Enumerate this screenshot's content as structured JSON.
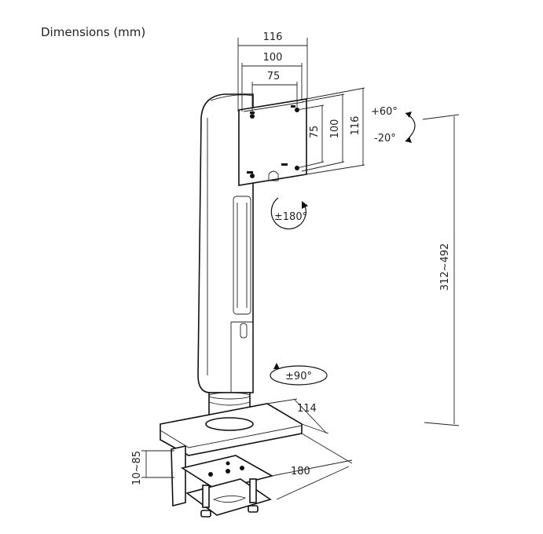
{
  "title": "Dimensions (mm)",
  "vesa": {
    "top_w116": "116",
    "top_w100": "100",
    "top_w75": "75",
    "side_h75": "75",
    "side_h100": "100",
    "side_h116": "116"
  },
  "tilt": {
    "up": "+60°",
    "down": "-20°"
  },
  "rotation": "±180°",
  "swivel": "±90°",
  "height_range": "312~492",
  "base": {
    "depth": "114",
    "width": "180",
    "clamp": "10~85"
  }
}
